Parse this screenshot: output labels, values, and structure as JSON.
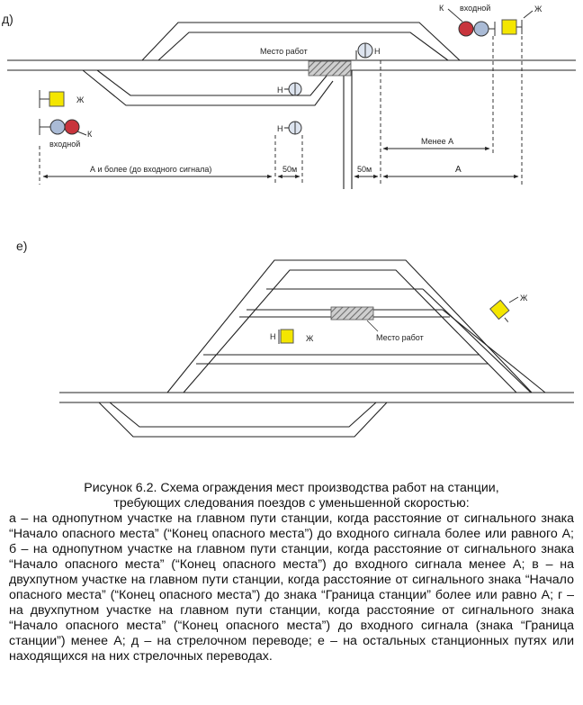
{
  "panel_d": {
    "letter": "д)",
    "entry_signal_right_label": "входной",
    "entry_signal_left_label": "входной",
    "k": "К",
    "zh": "Ж",
    "n": "Н",
    "work_place": "Место работ",
    "less_than_a": "Менее А",
    "a": "А",
    "a_or_more": "А и более (до входного сигнала)",
    "dist_50m_left": "50м",
    "dist_50m_right": "50м"
  },
  "panel_e": {
    "letter": "е)",
    "zh": "Ж",
    "n": "Н",
    "work_place": "Место работ"
  },
  "caption": {
    "title_line1": "Рисунок 6.2. Схема ограждения мест производства работ на станции,",
    "title_line2": "требующих следования поездов с уменьшенной скоростью:",
    "body": "а – на однопутном участке на главном пути станции, когда расстояние от сигнального знака “Начало опасного места” (“Конец опасного места”) до входного сигнала более или равного А; б – на однопутном участке на главном пути станции, когда расстояние от сигнального знака “Начало опасного места” (“Конец опасного места”) до входного сигнала менее А; в – на двухпутном участке на главном пути станции, когда расстояние от сигнального знака “Начало опасного места” (“Конец опасного места”) до знака “Граница станции” более или равно А; г – на двухпутном участке на главном пути станции, когда расстояние от сигнального знака “Начало опасного места” (“Конец опасного места”) до входного сигнала (знака “Граница станции”) менее А; д – на стрелочном переводе; е – на остальных станционных путях или находящихся на них стрелочных переводах."
  },
  "colors": {
    "line": "#222222",
    "red_lamp": "#c8343c",
    "blue_lamp": "#aabbd6",
    "yellow_sign": "#f4e600",
    "hatch": "#8a8a8a"
  }
}
